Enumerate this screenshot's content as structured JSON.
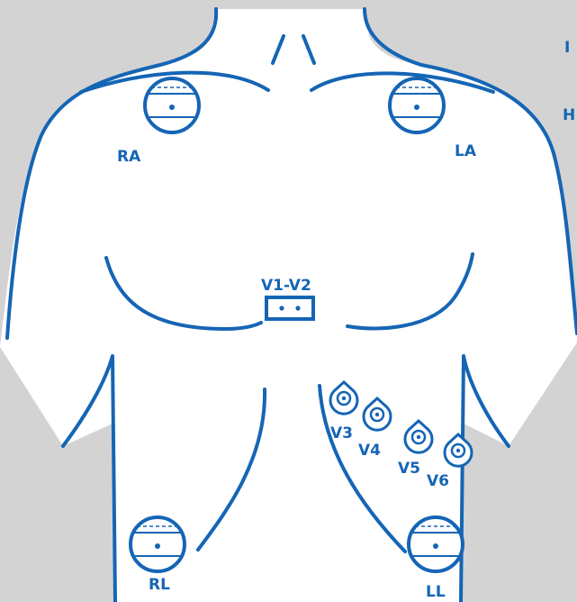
{
  "colors": {
    "background": "#d3d3d3",
    "body_fill": "#ffffff",
    "outline": "#1565b5"
  },
  "header": {
    "title_fragment": "I",
    "subtitle_fragment": "H"
  },
  "electrodes": {
    "ra": "RA",
    "la": "LA",
    "rl": "RL",
    "ll": "LL",
    "v1v2": "V1-V2",
    "v3": "V3",
    "v4": "V4",
    "v5": "V5",
    "v6": "V6"
  }
}
